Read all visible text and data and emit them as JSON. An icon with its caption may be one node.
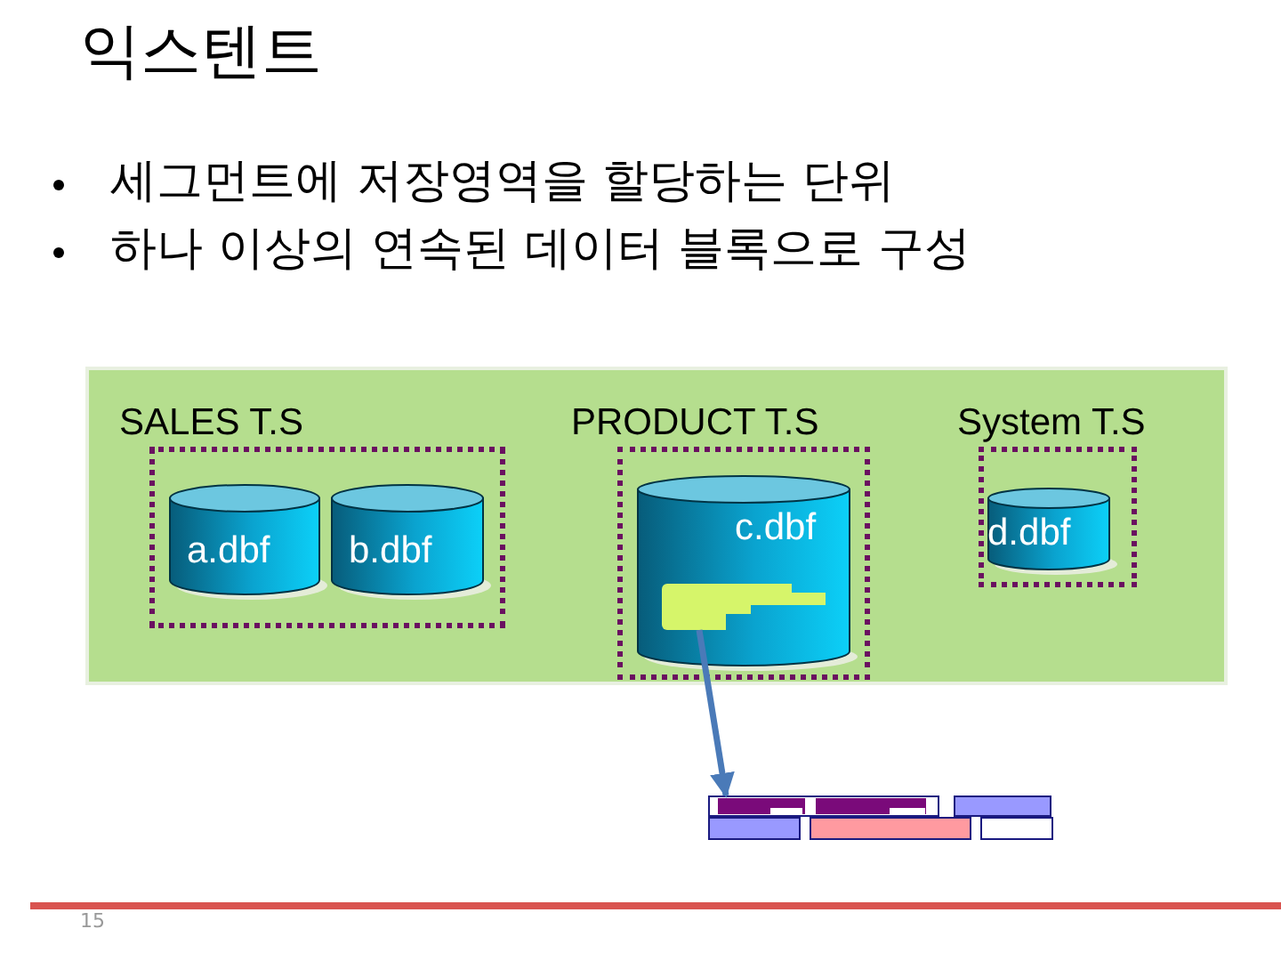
{
  "diagram": {
    "title": "익스텐트",
    "nodes": [
      {
        "text": [],
        "shape": "box"
      },
      {
        "text": [
          "SALES T.S"
        ],
        "in": 0
      },
      {
        "text": [
          "a.dbf"
        ],
        "in": 1
      },
      {
        "text": [
          "b.dbf"
        ],
        "in": 1
      },
      {
        "text": [
          "PRODUCT T.S"
        ],
        "in": 0
      },
      {
        "text": [
          "c.dbf"
        ],
        "in": 4
      },
      {
        "text": [],
        "shape": "bar",
        "in": 5
      },
      {
        "text": [
          "System T.S"
        ],
        "in": 0
      },
      {
        "text": [
          "d.dbf"
        ],
        "in": 7
      },
      {
        "text": [],
        "shape": "box"
      }
    ],
    "edges": [
      {
        "from": 6,
        "to": 9,
        "arrow": "to"
      }
    ],
    "labels": [
      "세그먼트에 저장영역을 할당하는 단위",
      "하나 이상의 연속된 데이터 블록으로 구성",
      "15"
    ]
  }
}
